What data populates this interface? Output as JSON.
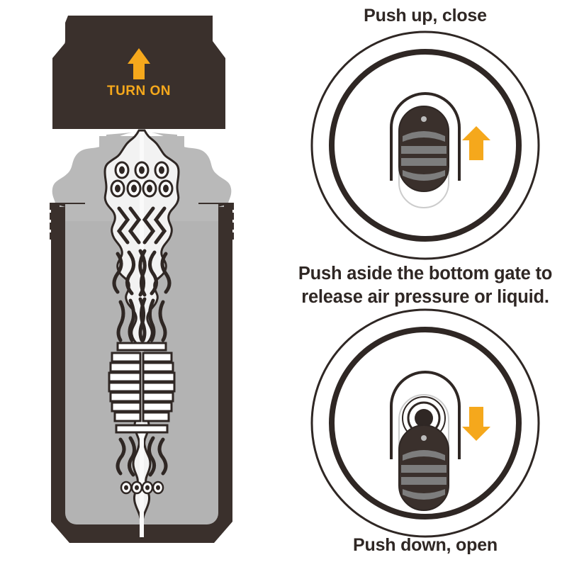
{
  "colors": {
    "dark_brown": "#3a302c",
    "amber": "#f5a81c",
    "gray_body": "#b3b3b3",
    "gray_blob": "#b9b9b9",
    "sleeve_light": "#f2f2f2",
    "slider_gray": "#7d7d7d",
    "outline": "#2f2724",
    "background": "#ffffff"
  },
  "left_panel": {
    "name": "device-cross-section",
    "cap": {
      "label": "TURN ON",
      "arrow_direction": "up",
      "arrow_icon": "arrow-up-icon"
    }
  },
  "right_panel": {
    "top": {
      "caption": "Push up, close",
      "arrow_direction": "up",
      "arrow_icon": "arrow-up-icon",
      "slider_state": "closed"
    },
    "middle": {
      "caption_line_1": "Push aside the bottom gate to",
      "caption_line_2": "release air pressure or liquid."
    },
    "bottom": {
      "caption": "Push down, open",
      "arrow_direction": "down",
      "arrow_icon": "arrow-down-icon",
      "slider_state": "open"
    }
  }
}
